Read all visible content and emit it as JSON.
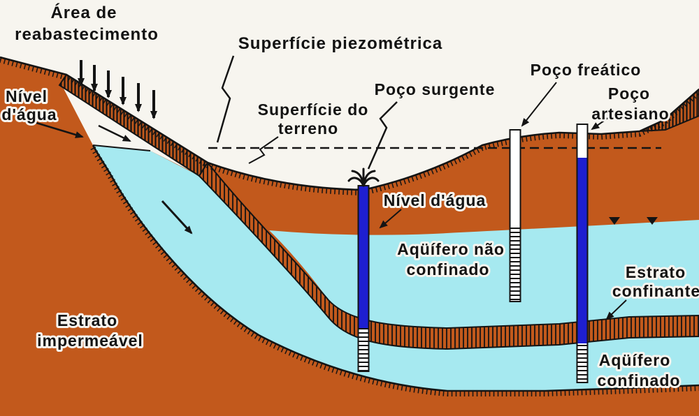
{
  "diagram": {
    "type": "hydrogeology-cross-section",
    "language": "pt",
    "labels": {
      "recharge_area_line1": "Área de",
      "recharge_area_line2": "reabastecimento",
      "water_level_left_line1": "Nível",
      "water_level_left_line2": "d'água",
      "piezometric_surface": "Superfície piezométrica",
      "ground_surface_line1": "Superfície do",
      "ground_surface_line2": "terreno",
      "flowing_well": "Poço surgente",
      "phreatic_well": "Poço freático",
      "artesian_well_line1": "Poço",
      "artesian_well_line2": "artesiano",
      "water_table": "Nível d'água",
      "unconfined_aquifer_line1": "Aqüífero não",
      "unconfined_aquifer_line2": "confinado",
      "confining_stratum_line1": "Estrato",
      "confining_stratum_line2": "confinante",
      "impermeable_stratum_line1": "Estrato",
      "impermeable_stratum_line2": "impermeável",
      "confined_aquifer_line1": "Aqüífero",
      "confined_aquifer_line2": "confinado"
    },
    "colors": {
      "terrain_orange": "#c2591c",
      "aquifer_cyan": "#a6e9f0",
      "well_blue": "#1e1fd0",
      "outline_black": "#141414",
      "background": "#f7f5ef"
    }
  }
}
